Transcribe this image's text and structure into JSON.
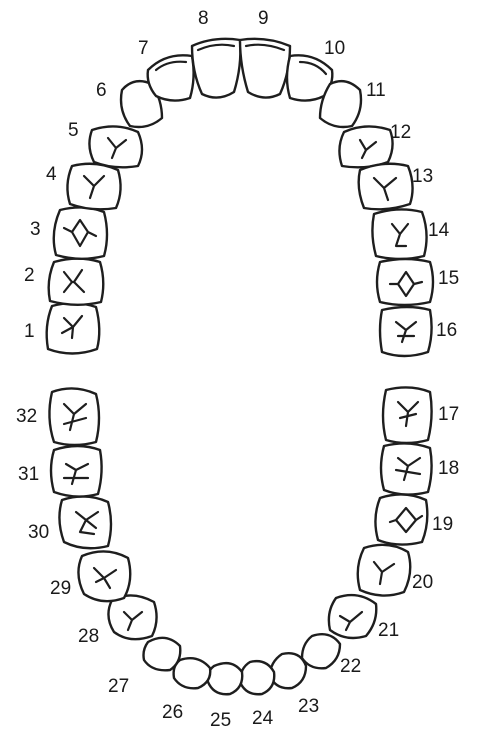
{
  "diagram": {
    "upper_arch": [
      "1",
      "2",
      "3",
      "4",
      "5",
      "6",
      "7",
      "8",
      "9",
      "10",
      "11",
      "12",
      "13",
      "14",
      "15",
      "16"
    ],
    "lower_arch": [
      "17",
      "18",
      "19",
      "20",
      "21",
      "22",
      "23",
      "24",
      "25",
      "26",
      "27",
      "28",
      "29",
      "30",
      "31",
      "32"
    ]
  }
}
